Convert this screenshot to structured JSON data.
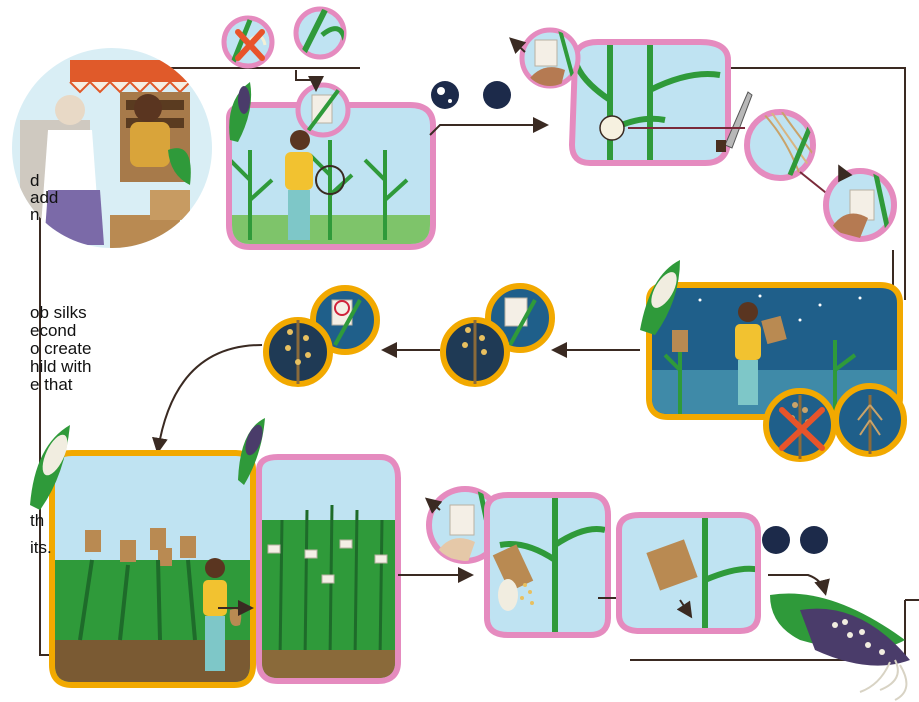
{
  "text_fragments": [
    {
      "text": "d"
    },
    {
      "text": "add"
    },
    {
      "text": "n"
    },
    {
      "text": "ob silks"
    },
    {
      "text": "econd"
    },
    {
      "text": "o create"
    },
    {
      "text": "hild with"
    },
    {
      "text": "e that"
    },
    {
      "text": "th"
    },
    {
      "text": "its."
    }
  ],
  "colors": {
    "frame_pink": "#e58bbf",
    "frame_gold": "#f2a900",
    "sky": "#bfe3f2",
    "night_sky": "#1f5f8a",
    "leaf": "#2f9a3a",
    "leaf_dark": "#1e6b2a",
    "soil": "#7a5a33",
    "bag": "#b98a52",
    "cross": "#e8542a",
    "skin": "#5a3520",
    "shirt": "#f2c230",
    "wrap": "#7ec7c8",
    "moon_circle": "#1c2a4a",
    "connector": "#3a2a22"
  },
  "icons": [
    "market-scene",
    "cross-out-icon",
    "tassel-bag-icon",
    "moon-icon",
    "maize-cob-icon",
    "arrow-icon"
  ]
}
